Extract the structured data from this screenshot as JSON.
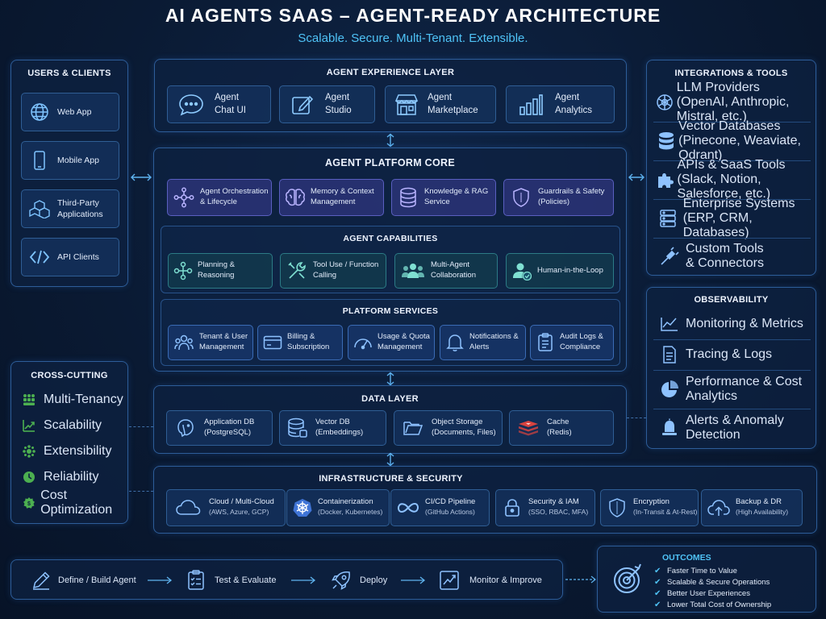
{
  "header": {
    "title": "AI AGENTS SAAS – AGENT-READY ARCHITECTURE",
    "subtitle": "Scalable. Secure. Multi-Tenant. Extensible."
  },
  "users_clients": {
    "title": "USERS & CLIENTS",
    "items": [
      {
        "label": "Web App",
        "icon": "globe-icon"
      },
      {
        "label": "Mobile App",
        "icon": "mobile-icon"
      },
      {
        "label": "Third-Party Applications",
        "icon": "cubes-icon"
      },
      {
        "label": "API Clients",
        "icon": "code-icon"
      }
    ]
  },
  "experience": {
    "title": "AGENT EXPERIENCE LAYER",
    "items": [
      {
        "line1": "Agent",
        "line2": "Chat UI",
        "icon": "chat-bubble-icon"
      },
      {
        "line1": "Agent",
        "line2": "Studio",
        "icon": "edit-icon"
      },
      {
        "line1": "Agent",
        "line2": "Marketplace",
        "icon": "store-icon"
      },
      {
        "line1": "Agent",
        "line2": "Analytics",
        "icon": "bar-chart-icon"
      }
    ]
  },
  "core": {
    "title": "AGENT PLATFORM CORE",
    "items": [
      {
        "line1": "Agent Orchestration",
        "line2": "& Lifecycle",
        "icon": "network-icon"
      },
      {
        "line1": "Memory & Context",
        "line2": "Management",
        "icon": "brain-icon"
      },
      {
        "line1": "Knowledge & RAG",
        "line2": "Service",
        "icon": "database-icon"
      },
      {
        "line1": "Guardrails & Safety",
        "line2": "(Policies)",
        "icon": "shield-icon"
      }
    ]
  },
  "capabilities": {
    "title": "AGENT CAPABILITIES",
    "items": [
      {
        "line1": "Planning & Reasoning",
        "line2": "",
        "icon": "nodes-icon"
      },
      {
        "line1": "Tool Use / Function",
        "line2": "Calling",
        "icon": "tools-icon"
      },
      {
        "line1": "Multi-Agent",
        "line2": "Collaboration",
        "icon": "users-icon"
      },
      {
        "line1": "Human-in-the-Loop",
        "line2": "",
        "icon": "person-check-icon"
      }
    ]
  },
  "services": {
    "title": "PLATFORM SERVICES",
    "items": [
      {
        "line1": "Tenant & User",
        "line2": "Management",
        "icon": "tenant-icon"
      },
      {
        "line1": "Billing &",
        "line2": "Subscription",
        "icon": "card-icon"
      },
      {
        "line1": "Usage & Quota",
        "line2": "Management",
        "icon": "gauge-icon"
      },
      {
        "line1": "Notifications &",
        "line2": "Alerts",
        "icon": "bell-icon"
      },
      {
        "line1": "Audit Logs &",
        "line2": "Compliance",
        "icon": "clipboard-icon"
      }
    ]
  },
  "data_layer": {
    "title": "DATA LAYER",
    "items": [
      {
        "line1": "Application DB",
        "line2": "(PostgreSQL)",
        "icon": "postgres-icon"
      },
      {
        "line1": "Vector DB",
        "line2": "(Embeddings)",
        "icon": "vector-db-icon"
      },
      {
        "line1": "Object Storage",
        "line2": "(Documents, Files)",
        "icon": "folder-icon"
      },
      {
        "line1": "Cache",
        "line2": "(Redis)",
        "icon": "redis-icon"
      }
    ]
  },
  "infra": {
    "title": "INFRASTRUCTURE & SECURITY",
    "items": [
      {
        "line1": "Cloud / Multi-Cloud",
        "line2": "(AWS, Azure, GCP)",
        "icon": "cloud-icon"
      },
      {
        "line1": "Containerization",
        "line2": "(Docker, Kubernetes)",
        "icon": "kubernetes-icon"
      },
      {
        "line1": "CI/CD Pipeline",
        "line2": "(GitHub Actions)",
        "icon": "infinity-icon"
      },
      {
        "line1": "Security & IAM",
        "line2": "(SSO, RBAC, MFA)",
        "icon": "lock-icon"
      },
      {
        "line1": "Encryption",
        "line2": "(In-Transit & At-Rest)",
        "icon": "shield-lock-icon"
      },
      {
        "line1": "Backup & DR",
        "line2": "(High Availability)",
        "icon": "cloud-upload-icon"
      }
    ]
  },
  "integrations": {
    "title": "INTEGRATIONS & TOOLS",
    "items": [
      {
        "line1": "LLM Providers",
        "line2": "(OpenAI, Anthropic, Mistral, etc.)",
        "icon": "llm-icon"
      },
      {
        "line1": "Vector Databases",
        "line2": "(Pinecone, Weaviate, Qdrant)",
        "icon": "database-icon"
      },
      {
        "line1": "APIs & SaaS Tools",
        "line2": "(Slack, Notion, Salesforce, etc.)",
        "icon": "puzzle-icon"
      },
      {
        "line1": "Enterprise Systems",
        "line2": "(ERP, CRM, Databases)",
        "icon": "server-icon"
      },
      {
        "line1": "Custom Tools",
        "line2": "& Connectors",
        "icon": "plug-icon"
      }
    ]
  },
  "observability": {
    "title": "OBSERVABILITY",
    "items": [
      {
        "line1": "Monitoring & Metrics",
        "line2": "",
        "icon": "line-chart-icon"
      },
      {
        "line1": "Tracing & Logs",
        "line2": "",
        "icon": "document-icon"
      },
      {
        "line1": "Performance & Cost",
        "line2": "Analytics",
        "icon": "pie-chart-icon"
      },
      {
        "line1": "Alerts & Anomaly",
        "line2": "Detection",
        "icon": "alert-icon"
      }
    ]
  },
  "cross_cutting": {
    "title": "CROSS-CUTTING",
    "items": [
      {
        "label": "Multi-Tenancy",
        "icon": "grid-users-icon",
        "color": "#4caf50"
      },
      {
        "label": "Scalability",
        "icon": "trend-up-icon",
        "color": "#4caf50"
      },
      {
        "label": "Extensibility",
        "icon": "gear-cluster-icon",
        "color": "#4caf50"
      },
      {
        "label": "Reliability",
        "icon": "clock-icon",
        "color": "#4caf50"
      },
      {
        "label": "Cost Optimization",
        "icon": "money-icon",
        "color": "#4caf50"
      }
    ]
  },
  "workflow": {
    "steps": [
      {
        "label": "Define / Build Agent",
        "icon": "pencil-icon"
      },
      {
        "label": "Test & Evaluate",
        "icon": "checklist-icon"
      },
      {
        "label": "Deploy",
        "icon": "rocket-icon"
      },
      {
        "label": "Monitor & Improve",
        "icon": "monitor-chart-icon"
      }
    ]
  },
  "outcomes": {
    "title": "OUTCOMES",
    "items": [
      "Faster Time to Value",
      "Scalable & Secure Operations",
      "Better User Experiences",
      "Lower Total Cost of Ownership"
    ]
  },
  "colors": {
    "accent": "#4fc3f7",
    "panel_border": "#2d5d99",
    "green": "#4caf50",
    "background": "#0a1a33"
  }
}
